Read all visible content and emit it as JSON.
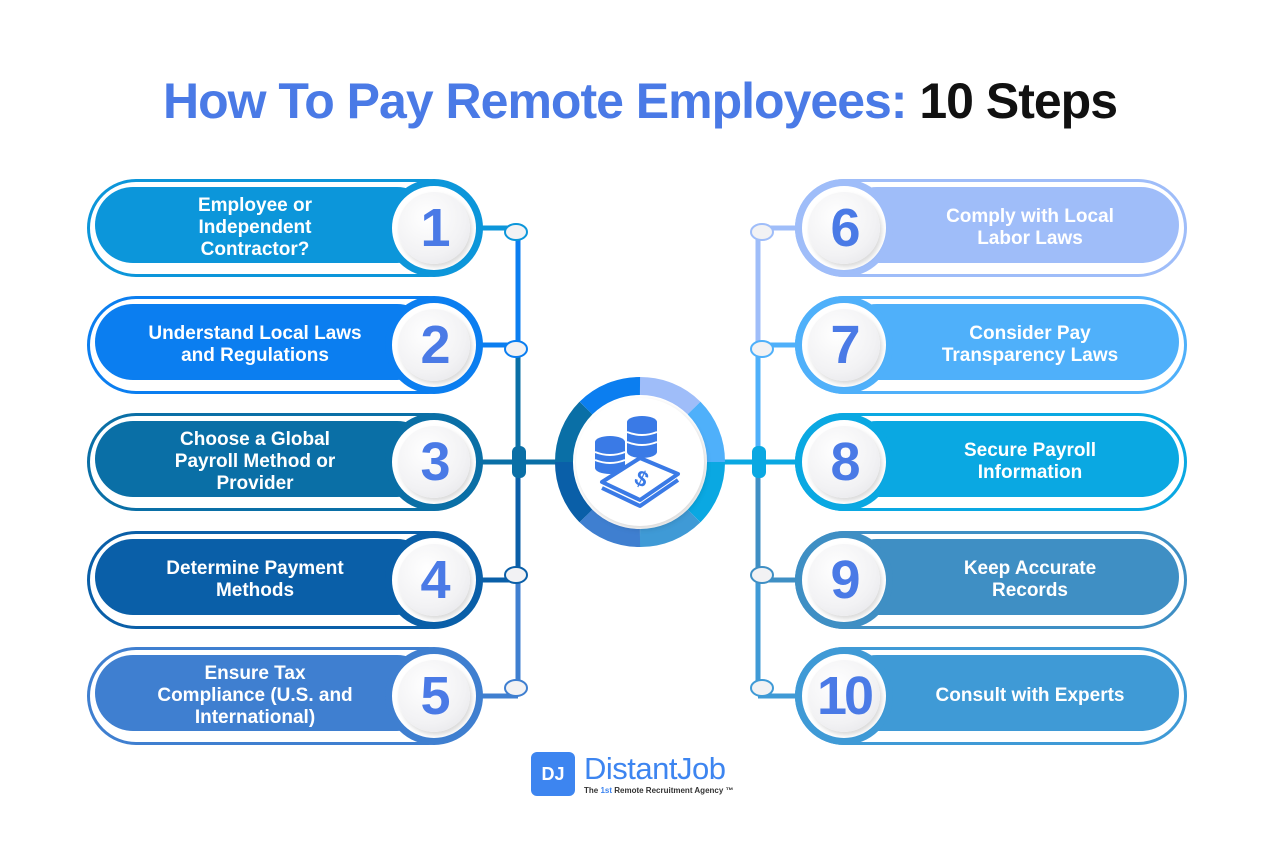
{
  "title": {
    "blue_part": "How To Pay Remote Employees:",
    "black_part": "10 Steps"
  },
  "colors": {
    "accent": "#4a7ae6",
    "brand": "#3d85f0"
  },
  "steps": [
    {
      "number": "1",
      "line1": "Employee or",
      "line2": "Independent",
      "line3": "Contractor?",
      "color": "#0c96da"
    },
    {
      "number": "2",
      "line1": "Understand Local Laws",
      "line2": "and Regulations",
      "line3": "",
      "color": "#0b7ef0"
    },
    {
      "number": "3",
      "line1": "Choose a Global",
      "line2": "Payroll Method or",
      "line3": "Provider",
      "color": "#0a6fa6"
    },
    {
      "number": "4",
      "line1": "Determine Payment",
      "line2": "Methods",
      "line3": "",
      "color": "#0a5fa8"
    },
    {
      "number": "5",
      "line1": "Ensure Tax",
      "line2": "Compliance (U.S. and",
      "line3": "International)",
      "color": "#3f7fd0"
    },
    {
      "number": "6",
      "line1": "Comply with Local",
      "line2": "Labor Laws",
      "line3": "",
      "color": "#9fbdf9"
    },
    {
      "number": "7",
      "line1": "Consider Pay",
      "line2": "Transparency Laws",
      "line3": "",
      "color": "#4fb0fa"
    },
    {
      "number": "8",
      "line1": "Secure Payroll",
      "line2": "Information",
      "line3": "",
      "color": "#0aa8e2"
    },
    {
      "number": "9",
      "line1": "Keep Accurate",
      "line2": "Records",
      "line3": "",
      "color": "#3f8fc4"
    },
    {
      "number": "10",
      "line1": "Consult with Experts",
      "line2": "",
      "line3": "",
      "color": "#3f9ad6"
    }
  ],
  "center_icon": "money-coins-icon",
  "logo": {
    "mark": "DJ",
    "name": "DistantJob",
    "tag_pre": "The ",
    "tag_hl": "1st",
    "tag_post": " Remote Recruitment Agency ™"
  }
}
